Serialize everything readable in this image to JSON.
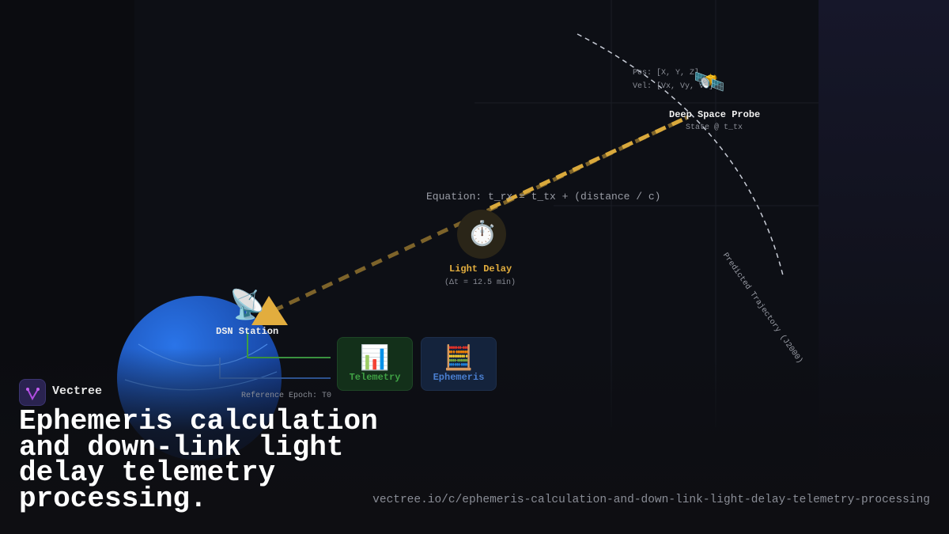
{
  "probe": {
    "label": "Deep Space Probe",
    "state": "State @ t_tx",
    "pos": "Pos: [X, Y, Z]",
    "vel": "Vel: [Vx, Vy, Vz]",
    "icon": "satellite-icon"
  },
  "equation": "Equation: t_rx = t_tx + (distance / c)",
  "light_delay": {
    "label": "Light Delay",
    "value": "(Δt = 12.5 min)",
    "icon": "stopwatch-icon"
  },
  "station": {
    "label": "DSN Station",
    "icon": "satellite-antenna-icon"
  },
  "trajectory_label": "Predicted Trajectory (J2000)",
  "telemetry": {
    "label": "Telemetry",
    "icon": "bar-chart-icon"
  },
  "ephemeris": {
    "label": "Ephemeris",
    "icon": "abacus-icon"
  },
  "reference_epoch": "Reference Epoch: T0",
  "brand": "Vectree",
  "title_lines": [
    "Ephemeris calculation",
    "and down-link light",
    "delay telemetry",
    "processing."
  ],
  "url": "vectree.io/c/ephemeris-calculation-and-down-link-light-delay-telemetry-processing",
  "colors": {
    "signal": "#d9a93c",
    "telemetry": "#3fa044",
    "ephemeris": "#3b6fc4",
    "earth": "#1f5fd0"
  }
}
